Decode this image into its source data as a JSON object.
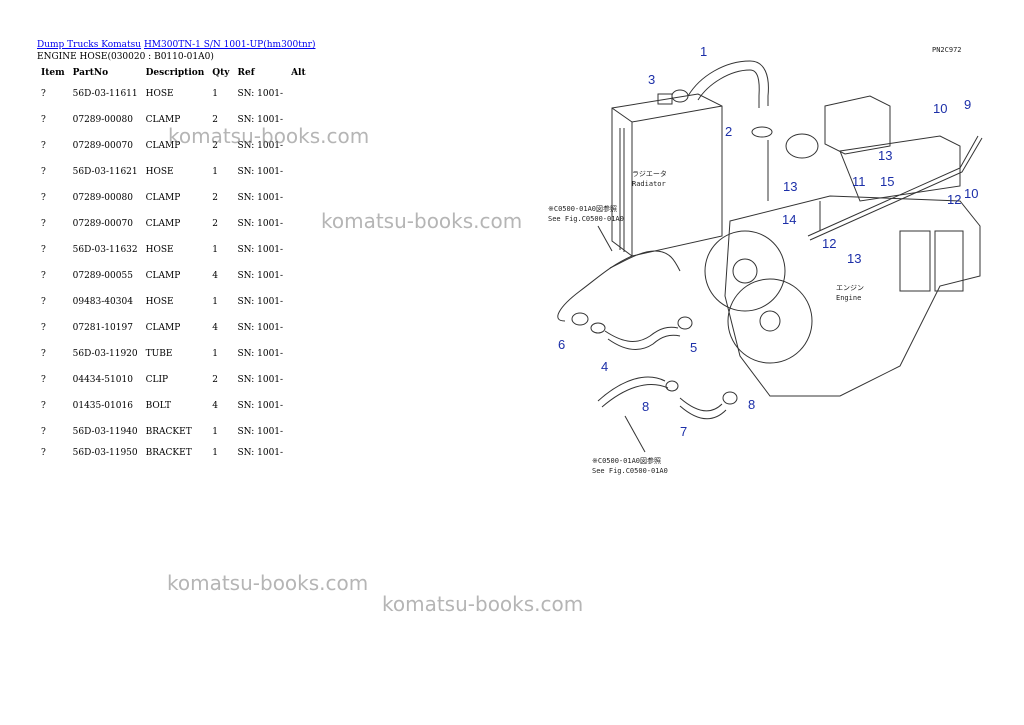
{
  "breadcrumb": {
    "link1": "Dump Trucks Komatsu",
    "link2": "HM300TN-1 S/N 1001-UP(hm300tnr)"
  },
  "page_title": "ENGINE HOSE(030020 : B0110-01A0)",
  "table": {
    "headers": [
      "Item",
      "PartNo",
      "Description",
      "Qty",
      "Ref",
      "Alt"
    ],
    "rows": [
      {
        "item": "?",
        "part": "56D-03-11611",
        "desc": "HOSE",
        "qty": "1",
        "ref": "SN: 1001-",
        "alt": ""
      },
      {
        "item": "?",
        "part": "07289-00080",
        "desc": "CLAMP",
        "qty": "2",
        "ref": "SN: 1001-",
        "alt": ""
      },
      {
        "item": "?",
        "part": "07289-00070",
        "desc": "CLAMP",
        "qty": "2",
        "ref": "SN: 1001-",
        "alt": ""
      },
      {
        "item": "?",
        "part": "56D-03-11621",
        "desc": "HOSE",
        "qty": "1",
        "ref": "SN: 1001-",
        "alt": ""
      },
      {
        "item": "?",
        "part": "07289-00080",
        "desc": "CLAMP",
        "qty": "2",
        "ref": "SN: 1001-",
        "alt": ""
      },
      {
        "item": "?",
        "part": "07289-00070",
        "desc": "CLAMP",
        "qty": "2",
        "ref": "SN: 1001-",
        "alt": ""
      },
      {
        "item": "?",
        "part": "56D-03-11632",
        "desc": "HOSE",
        "qty": "1",
        "ref": "SN: 1001-",
        "alt": ""
      },
      {
        "item": "?",
        "part": "07289-00055",
        "desc": "CLAMP",
        "qty": "4",
        "ref": "SN: 1001-",
        "alt": ""
      },
      {
        "item": "?",
        "part": "09483-40304",
        "desc": "HOSE",
        "qty": "1",
        "ref": "SN: 1001-",
        "alt": ""
      },
      {
        "item": "?",
        "part": "07281-10197",
        "desc": "CLAMP",
        "qty": "4",
        "ref": "SN: 1001-",
        "alt": ""
      },
      {
        "item": "?",
        "part": "56D-03-11920",
        "desc": "TUBE",
        "qty": "1",
        "ref": "SN: 1001-",
        "alt": ""
      },
      {
        "item": "?",
        "part": "04434-51010",
        "desc": "CLIP",
        "qty": "2",
        "ref": "SN: 1001-",
        "alt": ""
      },
      {
        "item": "?",
        "part": "01435-01016",
        "desc": "BOLT",
        "qty": "4",
        "ref": "SN: 1001-",
        "alt": ""
      },
      {
        "item": "?",
        "part": "56D-03-11940",
        "desc": "BRACKET",
        "qty": "1",
        "ref": "SN: 1001-",
        "alt": ""
      },
      {
        "item": "?",
        "part": "56D-03-11950",
        "desc": "BRACKET",
        "qty": "1",
        "ref": "SN: 1001-",
        "alt": ""
      }
    ]
  },
  "watermark_text": "komatsu-books.com",
  "diagram": {
    "code": "PN2C972",
    "radiator_jp": "ラジエータ",
    "radiator_en": "Radiator",
    "engine_jp": "エンジン",
    "engine_en": "Engine",
    "ref1_jp": "※C0500-01A0図参照",
    "ref1_en": "See Fig.C0500-01A0",
    "ref2_jp": "※C0500-01A0図参照",
    "ref2_en": "See Fig.C0500-01A0",
    "callouts": [
      "1",
      "3",
      "2",
      "10",
      "9",
      "13",
      "11",
      "15",
      "12",
      "10",
      "13",
      "14",
      "12",
      "13",
      "6",
      "4",
      "5",
      "8",
      "7",
      "8"
    ],
    "callout_color": "#1c2fa8"
  }
}
